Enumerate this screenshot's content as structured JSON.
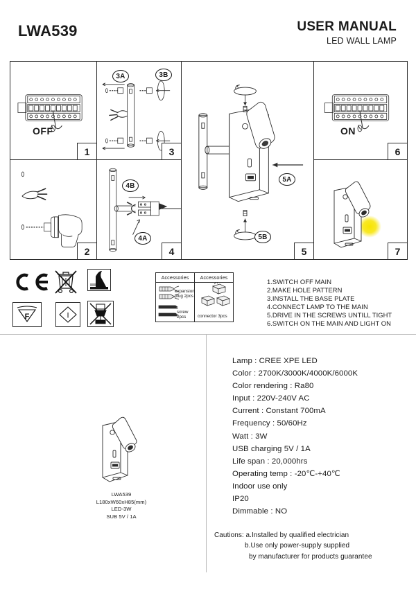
{
  "header": {
    "model_code": "LWA539",
    "title": "USER MANUAL",
    "subtitle": "LED WALL LAMP"
  },
  "grid": {
    "cells": [
      {
        "number": "1",
        "icon": "breaker-panel-off-icon",
        "state_label": "OFF",
        "callouts": []
      },
      {
        "number": "2",
        "icon": "drill-hole-pattern-icon",
        "state_label": "",
        "callouts": []
      },
      {
        "number": "3",
        "icon": "base-plate-screws-icon",
        "state_label": "",
        "callouts": [
          "3A",
          "3B"
        ]
      },
      {
        "number": "4",
        "icon": "wire-connector-icon",
        "state_label": "",
        "callouts": [
          "4B",
          "4A"
        ]
      },
      {
        "number": "5",
        "icon": "lamp-mounting-icon",
        "state_label": "",
        "callouts": [
          "5A",
          "5B"
        ]
      },
      {
        "number": "6",
        "icon": "breaker-panel-on-icon",
        "state_label": "ON",
        "callouts": []
      },
      {
        "number": "7",
        "icon": "lamp-lit-icon",
        "state_label": "",
        "callouts": []
      }
    ],
    "callout_3a": "3A",
    "callout_3b": "3B",
    "callout_4a": "4A",
    "callout_4b": "4B",
    "callout_5a": "5A",
    "callout_5b": "5B",
    "label_off": "OFF",
    "label_on": "ON",
    "num_1": "1",
    "num_2": "2",
    "num_3": "3",
    "num_4": "4",
    "num_5": "5",
    "num_6": "6",
    "num_7": "7"
  },
  "symbols": [
    {
      "name": "ce-mark-icon"
    },
    {
      "name": "weee-crossed-bin-icon"
    },
    {
      "name": "mounting-surface-icon"
    },
    {
      "name": "f-mark-icon",
      "glyph": "F"
    },
    {
      "name": "class-one-diamond-icon",
      "glyph": "I"
    },
    {
      "name": "do-not-cover-icon"
    }
  ],
  "accessories": {
    "header_left": "Accessories",
    "header_right": "Accessories",
    "items": [
      {
        "label": "expansion\nplug 2pcs",
        "line1": "expansion",
        "line2": "plug 2pcs",
        "icon": "expansion-plug-icon"
      },
      {
        "label": "screw 2pcs",
        "line1": "screw 2pcs",
        "line2": "",
        "icon": "screw-icon"
      },
      {
        "label": "connector 3pcs",
        "line1": "connector 3pcs",
        "line2": "",
        "icon": "wire-connector-icon"
      }
    ]
  },
  "steps": [
    "1.SWITCH OFF MAIN",
    "2.MAKE HOLE PATTERN",
    "3.INSTALL THE BASE PLATE",
    "4.CONNECT LAMP TO THE MAIN",
    "5.DRIVE IN THE SCREWS UNTILL TIGHT",
    "6.SWITCH ON THE MAIN AND LIGHT ON"
  ],
  "product": {
    "icon": "wall-lamp-product-icon",
    "label_lines": [
      "LWA539",
      "L180xW60xH85(mm)",
      "LED-3W",
      "SUB  5V / 1A"
    ]
  },
  "specifications": [
    "Lamp : CREE XPE LED",
    "Color : 2700K/3000K/4000K/6000K",
    "Color rendering : Ra80",
    "Input : 220V-240V AC",
    "Current : Constant 700mA",
    "Frequency : 50/60Hz",
    "Watt : 3W",
    "USB charging 5V / 1A",
    "Life span : 20,000hrs",
    "Operating temp : -20℃-+40℃",
    "Indoor use only",
    "IP20",
    "Dimmable : NO"
  ],
  "cautions": {
    "line1": "Cautions: a.Installed by qualified electrician",
    "line2": "b.Use only power-supply supplied",
    "line3": "by manufacturer for products guarantee"
  },
  "colors": {
    "line": "#2b2b2b",
    "soft_line": "#b9b9b9",
    "beam": "#f5e200",
    "text": "#1a1a1a"
  }
}
